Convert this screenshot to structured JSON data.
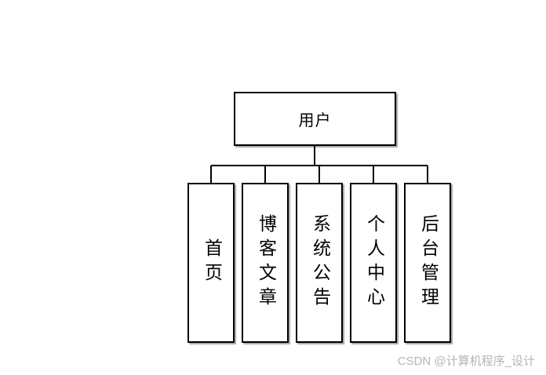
{
  "root": {
    "label": "用户"
  },
  "children": [
    {
      "label": "首页"
    },
    {
      "label": "博客文章"
    },
    {
      "label": "系统公告"
    },
    {
      "label": "个人中心"
    },
    {
      "label": "后台管理"
    }
  ],
  "watermark": "CSDN @计算机程序_设计",
  "colors": {
    "line": "#000000",
    "watermark": "#b5b5b5"
  }
}
